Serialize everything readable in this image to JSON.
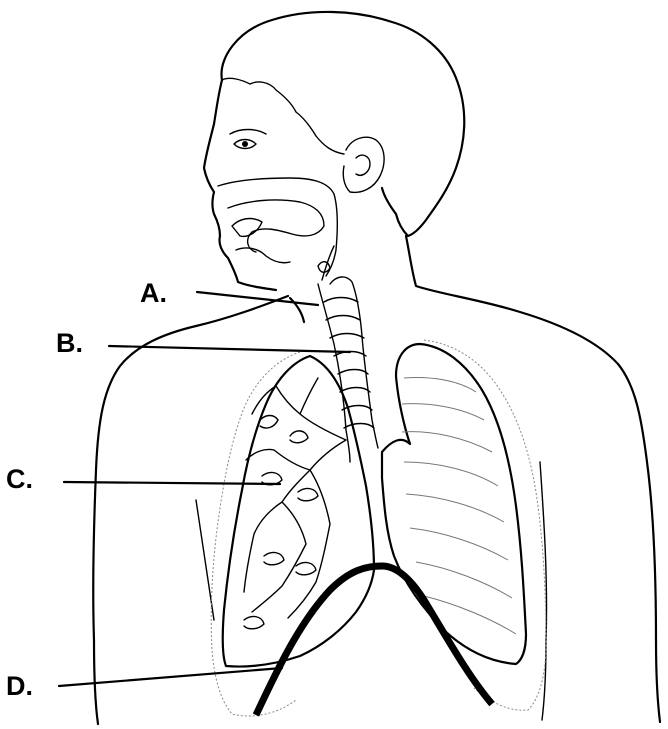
{
  "labels": {
    "a": "A.",
    "b": "B.",
    "c": "C.",
    "d": "D."
  },
  "colors": {
    "line": "#000000",
    "ribs": "#888888",
    "background": "#ffffff"
  }
}
